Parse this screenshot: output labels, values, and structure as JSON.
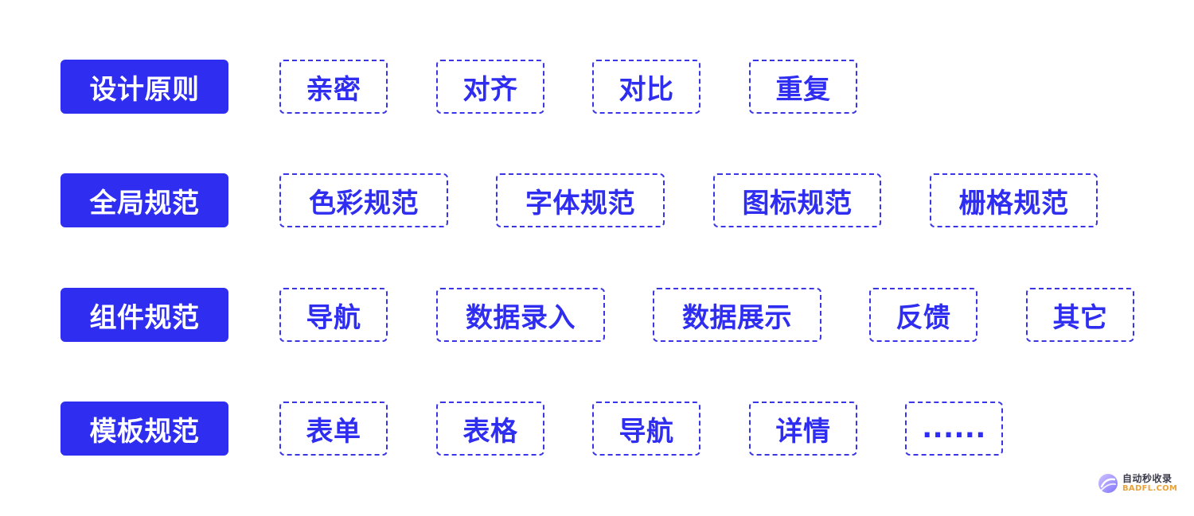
{
  "colors": {
    "category_bg": "#2f2df0",
    "category_text": "#ffffff",
    "tag_border": "#3a36e6",
    "tag_text": "#2f2df0"
  },
  "rows": [
    {
      "category": "设计原则",
      "tags": [
        "亲密",
        "对齐",
        "对比",
        "重复"
      ]
    },
    {
      "category": "全局规范",
      "tags": [
        "色彩规范",
        "字体规范",
        "图标规范",
        "栅格规范"
      ]
    },
    {
      "category": "组件规范",
      "tags": [
        "导航",
        "数据录入",
        "数据展示",
        "反馈",
        "其它"
      ]
    },
    {
      "category": "模板规范",
      "tags": [
        "表单",
        "表格",
        "导航",
        "详情",
        "......"
      ]
    }
  ],
  "watermark": {
    "cn": "自动秒收录",
    "en": "BADFL.COM",
    "icon": "swirl-logo-icon"
  }
}
